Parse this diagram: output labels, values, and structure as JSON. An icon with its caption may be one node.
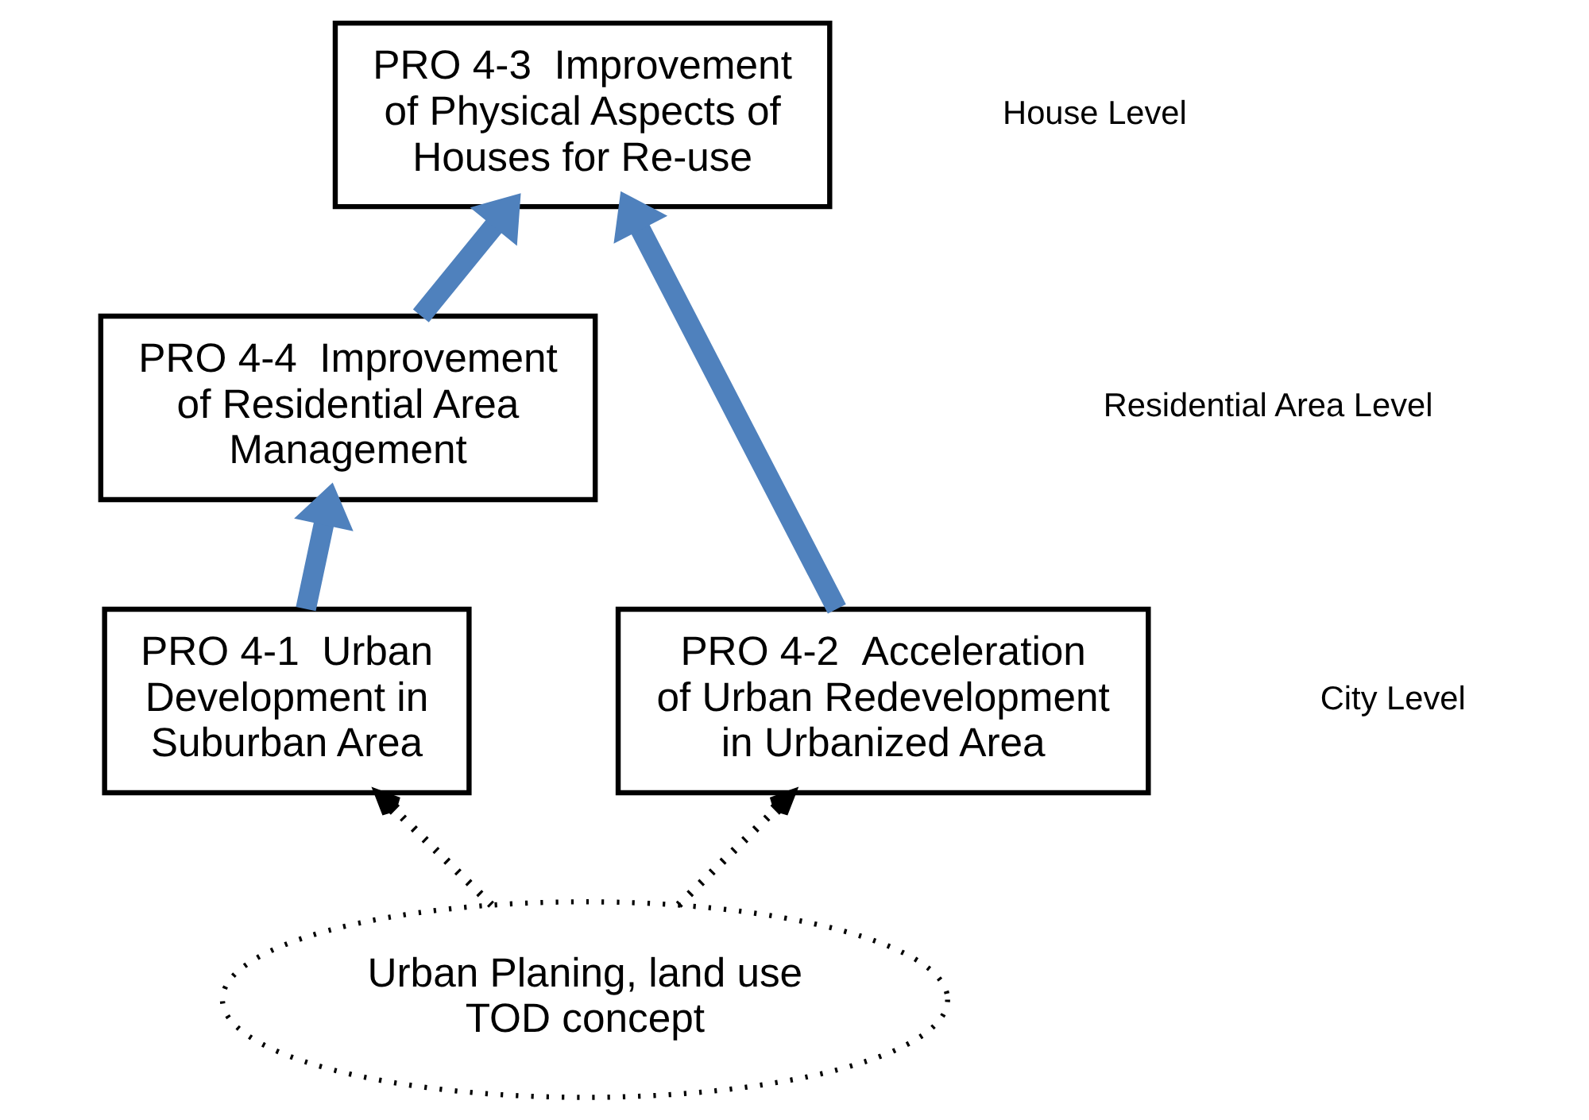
{
  "diagram": {
    "nodes": [
      {
        "text": [
          "PRO 4-3  Improvement of Physical Aspects of Houses for Re-use"
        ]
      },
      {
        "text": [
          "PRO 4-4  Improvement of Residential Area Management"
        ]
      },
      {
        "text": [
          "PRO 4-1  Urban Development in Suburban Area"
        ]
      },
      {
        "text": [
          "PRO 4-2  Acceleration of Urban Redevelopment in Urbanized Area"
        ]
      },
      {
        "text": [
          "Urban Planing, land use TOD concept"
        ]
      }
    ],
    "edges": [
      {
        "from": 1,
        "to": 0,
        "arrow": "to"
      },
      {
        "from": 2,
        "to": 1,
        "arrow": "to"
      },
      {
        "from": 3,
        "to": 0,
        "arrow": "to"
      },
      {
        "from": 4,
        "to": 2,
        "arrow": "to",
        "style": "dashed",
        "color": "#000000"
      },
      {
        "from": 4,
        "to": 3,
        "arrow": "to",
        "style": "dashed",
        "color": "#000000"
      }
    ],
    "labels": [
      "House Level",
      "Residential Area Level",
      "City Level"
    ]
  }
}
